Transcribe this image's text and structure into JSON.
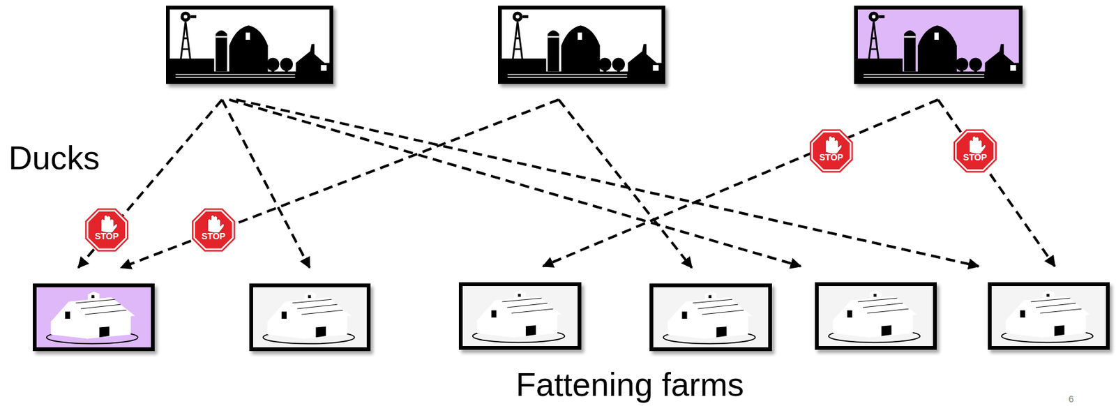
{
  "diagram": {
    "nodes": [
      {
        "text": []
      },
      {
        "text": []
      },
      {
        "text": []
      },
      {
        "text": []
      },
      {
        "text": []
      },
      {
        "text": []
      },
      {
        "text": []
      },
      {
        "text": []
      },
      {
        "text": []
      }
    ],
    "edges": [
      {
        "from": 0,
        "to": 3,
        "arrow": "to"
      },
      {
        "from": 0,
        "to": 4,
        "arrow": "to"
      },
      {
        "from": 0,
        "to": 7,
        "arrow": "to"
      },
      {
        "from": 0,
        "to": 8,
        "arrow": "to"
      },
      {
        "from": 1,
        "to": 3,
        "arrow": "to"
      },
      {
        "from": 1,
        "to": 6,
        "arrow": "to"
      },
      {
        "from": 2,
        "to": 5,
        "arrow": "to"
      },
      {
        "from": 2,
        "to": 8,
        "arrow": "to"
      }
    ],
    "labels": [
      "Ducks",
      "STOP",
      "STOP",
      "STOP",
      "STOP",
      "Fattening farms",
      "6"
    ]
  }
}
